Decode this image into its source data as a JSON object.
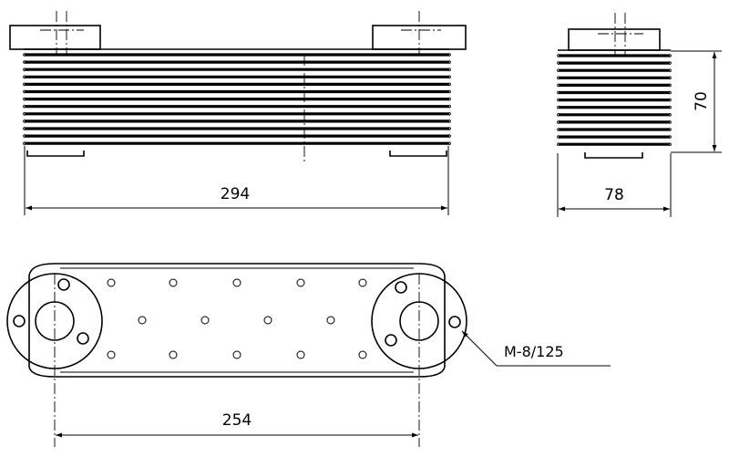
{
  "dimensions": {
    "length": "294",
    "depth": "78",
    "height": "70",
    "hole_spacing": "254"
  },
  "thread_note": "M-8/125"
}
